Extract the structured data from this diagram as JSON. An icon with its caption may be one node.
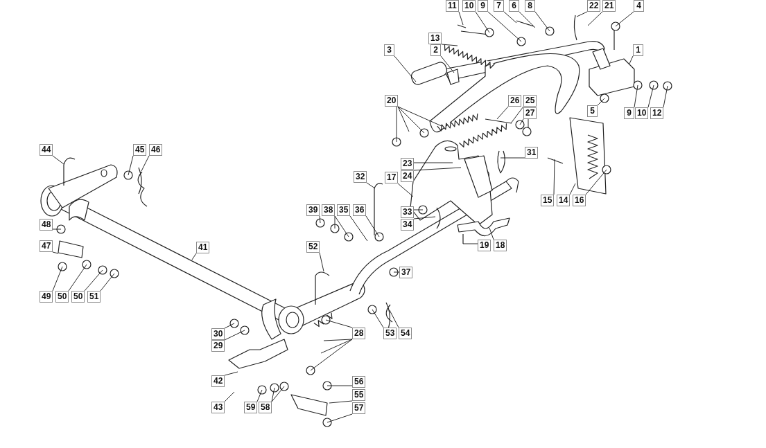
{
  "diagram": {
    "nodes": [
      {
        "text": [
          "11"
        ]
      },
      {
        "text": [
          "10"
        ]
      },
      {
        "text": [
          "9"
        ]
      },
      {
        "text": [
          "7"
        ]
      },
      {
        "text": [
          "6"
        ]
      },
      {
        "text": [
          "8"
        ]
      },
      {
        "text": [
          "22"
        ]
      },
      {
        "text": [
          "21"
        ]
      },
      {
        "text": [
          "4"
        ]
      },
      {
        "text": [
          "13"
        ]
      },
      {
        "text": [
          "3"
        ]
      },
      {
        "text": [
          "2"
        ]
      },
      {
        "text": [
          "1"
        ]
      },
      {
        "text": [
          "20"
        ]
      },
      {
        "text": [
          "26"
        ]
      },
      {
        "text": [
          "25"
        ]
      },
      {
        "text": [
          "27"
        ]
      },
      {
        "text": [
          "5"
        ]
      },
      {
        "text": [
          "9"
        ]
      },
      {
        "text": [
          "10"
        ]
      },
      {
        "text": [
          "12"
        ]
      },
      {
        "text": [
          "44"
        ]
      },
      {
        "text": [
          "45"
        ]
      },
      {
        "text": [
          "46"
        ]
      },
      {
        "text": [
          "31"
        ]
      },
      {
        "text": [
          "23"
        ]
      },
      {
        "text": [
          "24"
        ]
      },
      {
        "text": [
          "17"
        ]
      },
      {
        "text": [
          "32"
        ]
      },
      {
        "text": [
          "15"
        ]
      },
      {
        "text": [
          "14"
        ]
      },
      {
        "text": [
          "16"
        ]
      },
      {
        "text": [
          "39"
        ]
      },
      {
        "text": [
          "38"
        ]
      },
      {
        "text": [
          "35"
        ]
      },
      {
        "text": [
          "36"
        ]
      },
      {
        "text": [
          "33"
        ]
      },
      {
        "text": [
          "34"
        ]
      },
      {
        "text": [
          "48"
        ]
      },
      {
        "text": [
          "19"
        ]
      },
      {
        "text": [
          "18"
        ]
      },
      {
        "text": [
          "47"
        ]
      },
      {
        "text": [
          "41"
        ]
      },
      {
        "text": [
          "52"
        ]
      },
      {
        "text": [
          "37"
        ]
      },
      {
        "text": [
          "49"
        ]
      },
      {
        "text": [
          "50"
        ]
      },
      {
        "text": [
          "50"
        ]
      },
      {
        "text": [
          "51"
        ]
      },
      {
        "text": [
          "30"
        ]
      },
      {
        "text": [
          "28"
        ]
      },
      {
        "text": [
          "53"
        ]
      },
      {
        "text": [
          "54"
        ]
      },
      {
        "text": [
          "29"
        ]
      },
      {
        "text": [
          "42"
        ]
      },
      {
        "text": [
          "56"
        ]
      },
      {
        "text": [
          "55"
        ]
      },
      {
        "text": [
          "43"
        ]
      },
      {
        "text": [
          "59"
        ]
      },
      {
        "text": [
          "58"
        ]
      },
      {
        "text": [
          "57"
        ]
      }
    ],
    "edges": [
      {
        "from": 0,
        "to": null,
        "arrow": "none"
      },
      {
        "from": 1,
        "to": null,
        "arrow": "none"
      },
      {
        "from": 2,
        "to": null,
        "arrow": "none"
      },
      {
        "from": 3,
        "to": null,
        "arrow": "none"
      },
      {
        "from": 4,
        "to": null,
        "arrow": "none"
      },
      {
        "from": 5,
        "to": null,
        "arrow": "none"
      },
      {
        "from": 6,
        "to": null,
        "arrow": "none"
      },
      {
        "from": 7,
        "to": null,
        "arrow": "none"
      },
      {
        "from": 8,
        "to": null,
        "arrow": "none"
      },
      {
        "from": 9,
        "to": null,
        "arrow": "none"
      },
      {
        "from": 10,
        "to": null,
        "arrow": "none"
      },
      {
        "from": 11,
        "to": null,
        "arrow": "none"
      },
      {
        "from": 12,
        "to": null,
        "arrow": "none"
      },
      {
        "from": 13,
        "to": null,
        "arrow": "none"
      },
      {
        "from": 13,
        "to": null,
        "arrow": "none"
      },
      {
        "from": 13,
        "to": null,
        "arrow": "none"
      },
      {
        "from": 13,
        "to": null,
        "arrow": "none"
      },
      {
        "from": 14,
        "to": null,
        "arrow": "none"
      },
      {
        "from": 15,
        "to": null,
        "arrow": "none"
      },
      {
        "from": 16,
        "to": null,
        "arrow": "none"
      },
      {
        "from": 16,
        "to": null,
        "arrow": "none"
      },
      {
        "from": 17,
        "to": null,
        "arrow": "none"
      },
      {
        "from": 18,
        "to": null,
        "arrow": "none"
      },
      {
        "from": 19,
        "to": null,
        "arrow": "none"
      },
      {
        "from": 20,
        "to": null,
        "arrow": "none"
      },
      {
        "from": 21,
        "to": null,
        "arrow": "none"
      },
      {
        "from": 22,
        "to": null,
        "arrow": "none"
      },
      {
        "from": 23,
        "to": null,
        "arrow": "none"
      },
      {
        "from": 24,
        "to": null,
        "arrow": "none"
      },
      {
        "from": 25,
        "to": null,
        "arrow": "none"
      },
      {
        "from": 26,
        "to": null,
        "arrow": "none"
      },
      {
        "from": 27,
        "to": null,
        "arrow": "none"
      },
      {
        "from": 28,
        "to": null,
        "arrow": "none"
      },
      {
        "from": 29,
        "to": null,
        "arrow": "none"
      },
      {
        "from": 30,
        "to": null,
        "arrow": "none"
      },
      {
        "from": 31,
        "to": null,
        "arrow": "none"
      },
      {
        "from": 32,
        "to": null,
        "arrow": "none"
      },
      {
        "from": 33,
        "to": null,
        "arrow": "none"
      },
      {
        "from": 33,
        "to": null,
        "arrow": "none"
      },
      {
        "from": 34,
        "to": null,
        "arrow": "none"
      },
      {
        "from": 35,
        "to": null,
        "arrow": "none"
      },
      {
        "from": 36,
        "to": null,
        "arrow": "none"
      },
      {
        "from": 37,
        "to": null,
        "arrow": "none"
      },
      {
        "from": 38,
        "to": null,
        "arrow": "none"
      },
      {
        "from": 39,
        "to": null,
        "arrow": "none"
      },
      {
        "from": 40,
        "to": null,
        "arrow": "none"
      },
      {
        "from": 41,
        "to": null,
        "arrow": "none"
      },
      {
        "from": 42,
        "to": null,
        "arrow": "none"
      },
      {
        "from": 43,
        "to": null,
        "arrow": "none"
      },
      {
        "from": 44,
        "to": null,
        "arrow": "none"
      },
      {
        "from": 45,
        "to": null,
        "arrow": "none"
      },
      {
        "from": 46,
        "to": null,
        "arrow": "none"
      },
      {
        "from": 47,
        "to": null,
        "arrow": "none"
      },
      {
        "from": 48,
        "to": null,
        "arrow": "none"
      },
      {
        "from": 49,
        "to": null,
        "arrow": "none"
      },
      {
        "from": 50,
        "to": null,
        "arrow": "none"
      },
      {
        "from": 50,
        "to": null,
        "arrow": "none"
      },
      {
        "from": 50,
        "to": null,
        "arrow": "none"
      },
      {
        "from": 50,
        "to": null,
        "arrow": "none"
      },
      {
        "from": 51,
        "to": null,
        "arrow": "none"
      },
      {
        "from": 52,
        "to": null,
        "arrow": "none"
      },
      {
        "from": 53,
        "to": null,
        "arrow": "none"
      },
      {
        "from": 54,
        "to": null,
        "arrow": "none"
      },
      {
        "from": 55,
        "to": null,
        "arrow": "none"
      },
      {
        "from": 56,
        "to": null,
        "arrow": "none"
      },
      {
        "from": 57,
        "to": null,
        "arrow": "none"
      },
      {
        "from": 58,
        "to": null,
        "arrow": "none"
      },
      {
        "from": 59,
        "to": null,
        "arrow": "none"
      },
      {
        "from": 59,
        "to": null,
        "arrow": "none"
      },
      {
        "from": 60,
        "to": null,
        "arrow": "none"
      }
    ]
  }
}
